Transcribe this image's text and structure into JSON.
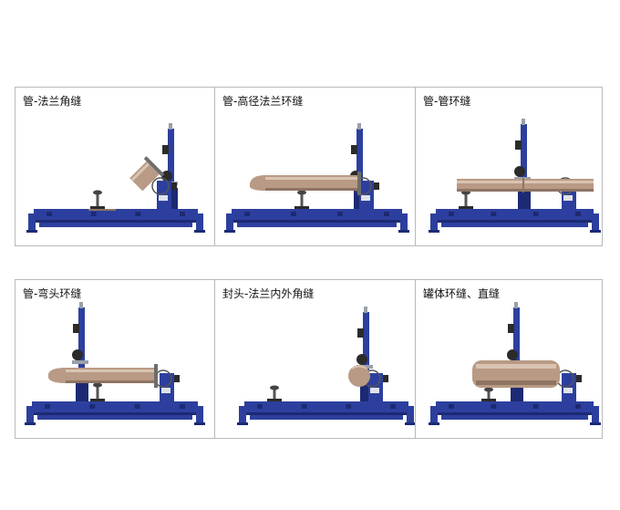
{
  "panels": [
    {
      "label": "管-法兰角缝",
      "scene": "angled-flange"
    },
    {
      "label": "管-高径法兰环缝",
      "scene": "elbow-long"
    },
    {
      "label": "管-管环缝",
      "scene": "pipe-pipe"
    },
    {
      "label": "管-弯头环缝",
      "scene": "elbow-left"
    },
    {
      "label": "封头-法兰内外角缝",
      "scene": "head-flange"
    },
    {
      "label": "罐体环缝、直缝",
      "scene": "tank"
    }
  ],
  "colors": {
    "frame": "#2d3f9e",
    "frame_dark": "#1c2a73",
    "pipe": "#b99a84",
    "pipe_dark": "#8e7463",
    "pipe_light": "#d9c4b3",
    "motor": "#2b2b2b",
    "steel": "#9aa0a8"
  }
}
